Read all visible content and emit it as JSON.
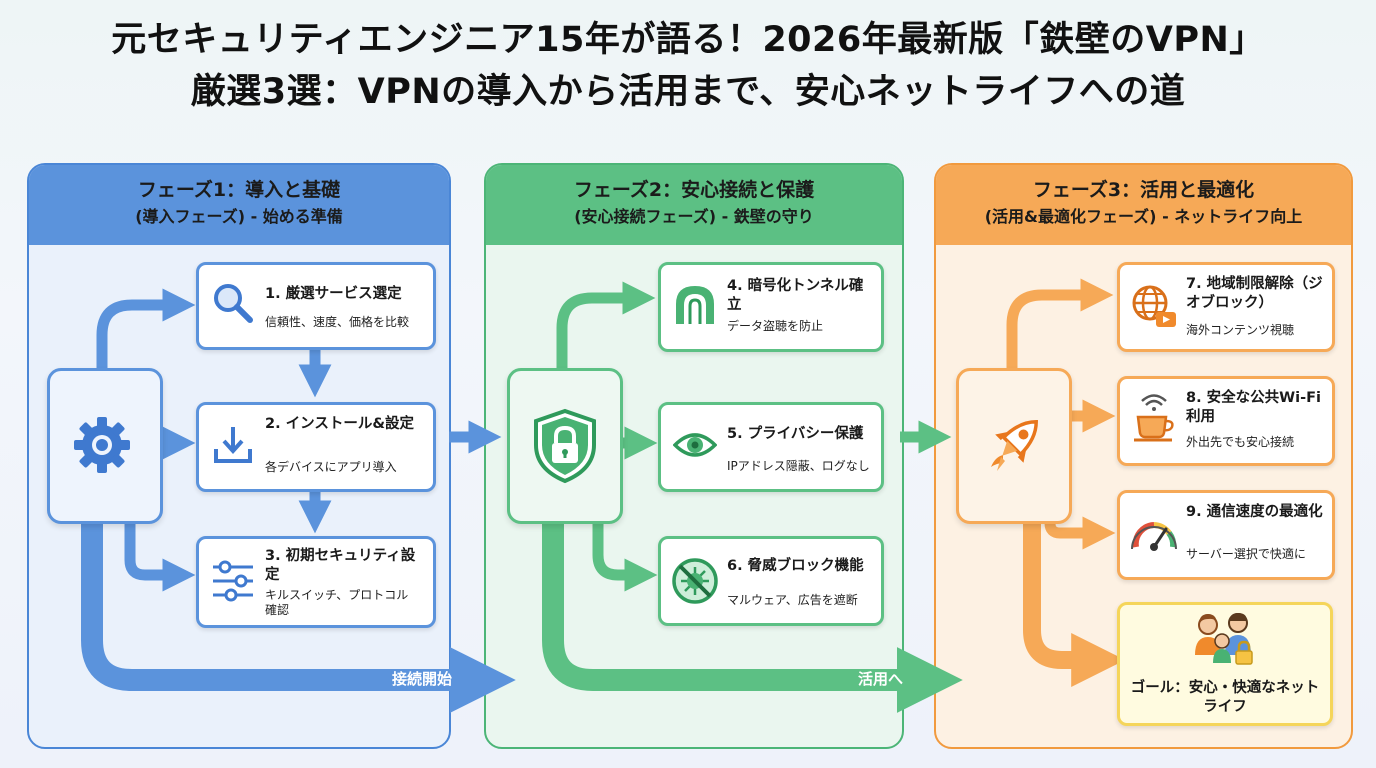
{
  "title": {
    "line1": "元セキュリティエンジニア15年が語る！2026年最新版「鉄壁のVPN」",
    "line2": "厳選3選：VPNの導入から活用まで、安心ネットライフへの道"
  },
  "phases": [
    {
      "title": "フェーズ1：導入と基礎",
      "subtitle": "(導入フェーズ) - 始める準備",
      "hub_icon": "gear-icon",
      "steps": [
        {
          "title": "1. 厳選サービス選定",
          "desc": "信頼性、速度、価格を比較",
          "icon": "magnifier-icon"
        },
        {
          "title": "2. インストール&設定",
          "desc": "各デバイスにアプリ導入",
          "icon": "download-icon"
        },
        {
          "title": "3. 初期セキュリティ設定",
          "desc": "キルスイッチ、プロトコル確認",
          "icon": "sliders-icon"
        }
      ],
      "flow_label": "接続開始",
      "color": "#5b93dc"
    },
    {
      "title": "フェーズ2：安心接続と保護",
      "subtitle": "(安心接続フェーズ) - 鉄壁の守り",
      "hub_icon": "shield-lock-icon",
      "steps": [
        {
          "title": "4. 暗号化トンネル確立",
          "desc": "データ盗聴を防止",
          "icon": "tunnel-icon"
        },
        {
          "title": "5. プライバシー保護",
          "desc": "IPアドレス隠蔽、ログなし",
          "icon": "eye-icon"
        },
        {
          "title": "6. 脅威ブロック機能",
          "desc": "マルウェア、広告を遮断",
          "icon": "virus-block-icon"
        }
      ],
      "flow_label": "活用へ",
      "color": "#5cc084"
    },
    {
      "title": "フェーズ3：活用と最適化",
      "subtitle": "(活用&最適化フェーズ) - ネットライフ向上",
      "hub_icon": "rocket-icon",
      "steps": [
        {
          "title": "7. 地域制限解除（ジオブロック）",
          "desc": "海外コンテンツ視聴",
          "icon": "globe-video-icon"
        },
        {
          "title": "8. 安全な公共Wi-Fi利用",
          "desc": "外出先でも安心接続",
          "icon": "coffee-wifi-icon"
        },
        {
          "title": "9. 通信速度の最適化",
          "desc": "サーバー選択で快適に",
          "icon": "speedometer-icon"
        }
      ],
      "goal": "ゴール：安心・快適なネットライフ",
      "goal_icon": "family-icon",
      "color": "#f6a957"
    }
  ]
}
